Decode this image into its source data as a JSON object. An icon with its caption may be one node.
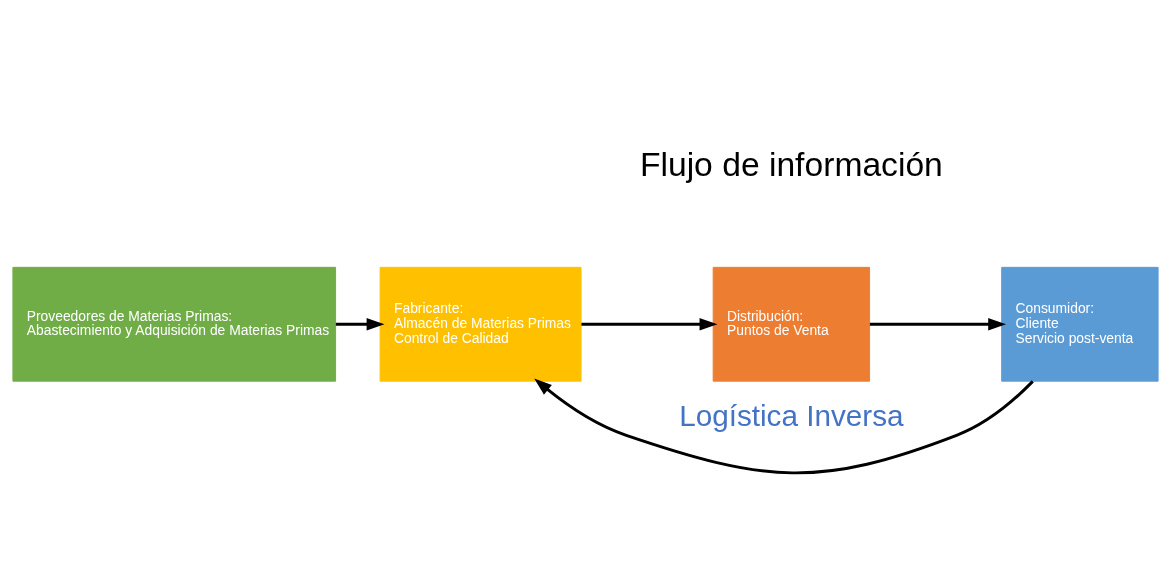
{
  "diagram": {
    "nodes": [
      {
        "text": [
          "Proveedores de Materias Primas:",
          "Abastecimiento y Adquisición de Materias Primas"
        ]
      },
      {
        "text": [
          "Fabricante:",
          "Almacén de Materias Primas",
          "Control de Calidad"
        ]
      },
      {
        "text": [
          "Distribución:",
          "Puntos de Venta"
        ]
      },
      {
        "text": [
          "Consumidor:",
          "Cliente",
          "Servicio post-venta"
        ]
      }
    ],
    "edges": [
      {
        "from": 0,
        "to": 1,
        "arrow": "to"
      },
      {
        "from": 1,
        "to": 2,
        "arrow": "to"
      },
      {
        "from": 2,
        "to": 3,
        "arrow": "to"
      },
      {
        "from": 3,
        "to": 1,
        "arrow": "to",
        "label": "Logística Inversa"
      }
    ],
    "labels": [
      "Flujo de información"
    ]
  }
}
